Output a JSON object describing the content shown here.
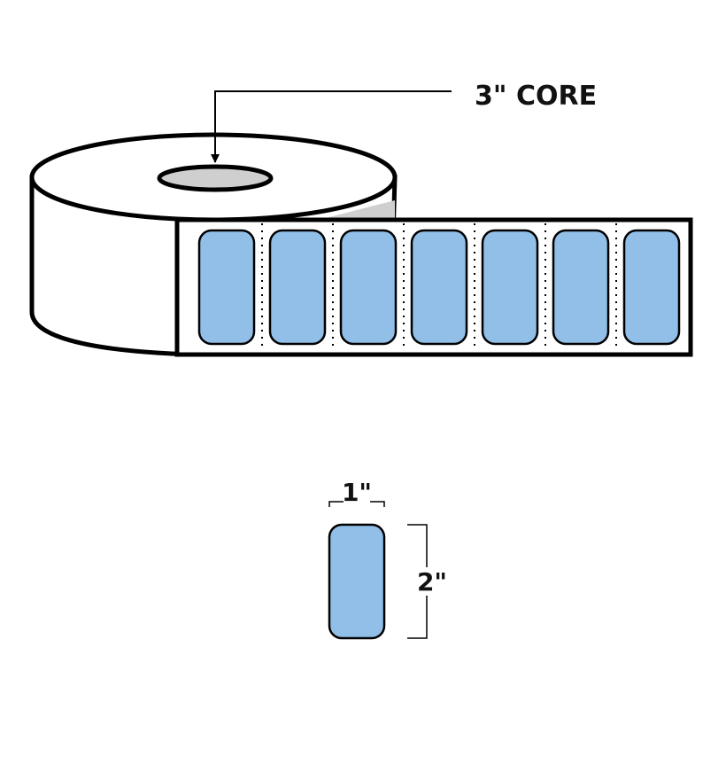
{
  "core_label": "3\" CORE",
  "width_label": "1\"",
  "height_label": "2\"",
  "roll_label_count": 7,
  "colors": {
    "label_fill": "#91BFE8",
    "core_fill": "#CFCFCF",
    "roll_side_fill": "#FFFFFF",
    "outline": "#000000"
  }
}
